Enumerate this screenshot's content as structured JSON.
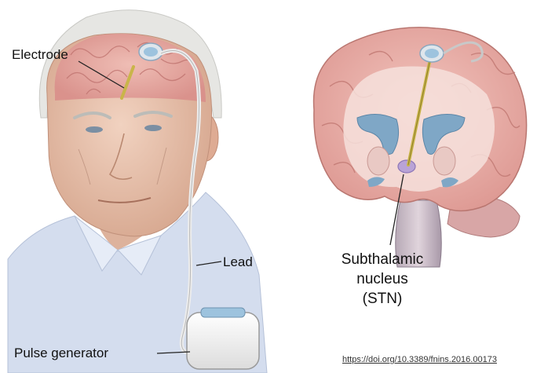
{
  "labels": {
    "electrode": "Electrode",
    "lead": "Lead",
    "pulse_generator": "Pulse generator",
    "stn_line1": "Subthalamic",
    "stn_line2": "nucleus",
    "stn_line3": "(STN)"
  },
  "citation": "https://doi.org/10.3389/fnins.2016.00173",
  "colors": {
    "skin": "#e9c2ad",
    "brain": "#e9aba6",
    "hair": "#e5e5e3",
    "shirt": "#d5def0",
    "ventricle": "#7fa7c6",
    "device_blue": "#9dc3de",
    "electrode": "#c9b54a"
  }
}
